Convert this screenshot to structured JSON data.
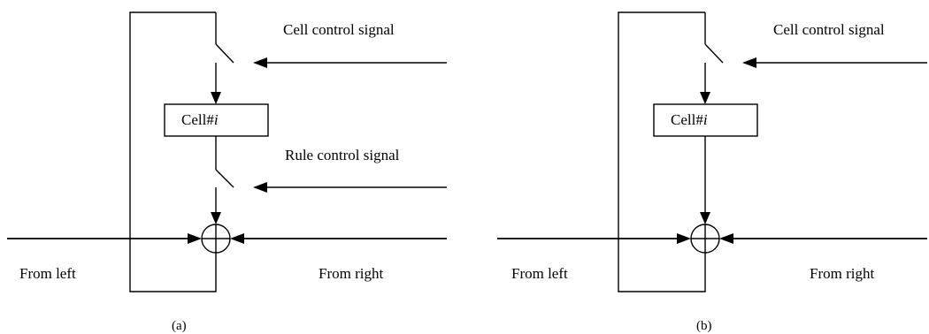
{
  "panels": [
    {
      "cell_control_label": "Cell control signal",
      "cell_label_prefix": "Cell#",
      "cell_label_index": "i",
      "rule_control_label": "Rule control signal",
      "from_left_label": "From left",
      "from_right_label": "From right",
      "caption": "(a)"
    },
    {
      "cell_control_label": "Cell control signal",
      "cell_label_prefix": "Cell#",
      "cell_label_index": "i",
      "from_left_label": "From left",
      "from_right_label": "From right",
      "caption": "(b)"
    }
  ]
}
